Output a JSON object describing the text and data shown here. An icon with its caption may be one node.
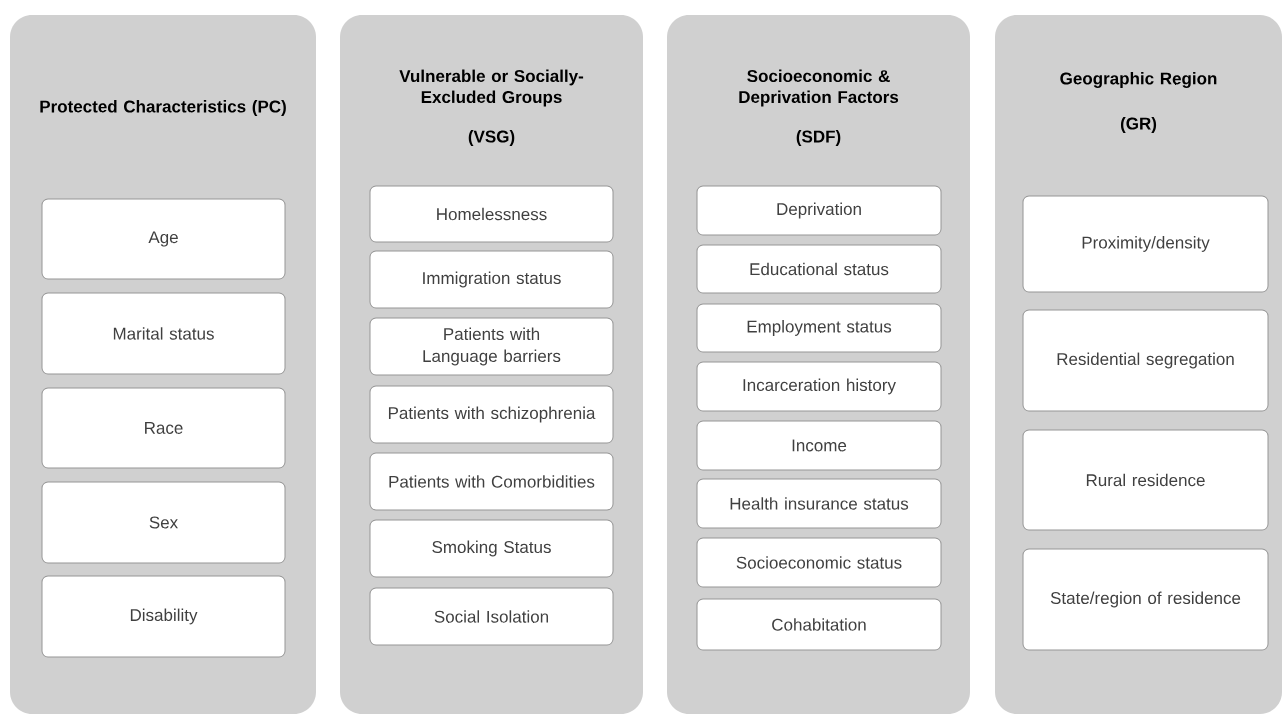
{
  "diagram": {
    "nodes": [
      {
        "text": [
          "Protected Characteristics (PC)"
        ]
      },
      {
        "text": [
          "Age"
        ],
        "in": 0
      },
      {
        "text": [
          "Marital status"
        ],
        "in": 0
      },
      {
        "text": [
          "Race"
        ],
        "in": 0
      },
      {
        "text": [
          "Sex"
        ],
        "in": 0
      },
      {
        "text": [
          "Disability"
        ],
        "in": 0
      },
      {
        "text": [
          "Vulnerable or Socially-Excluded Groups",
          "(VSG)"
        ]
      },
      {
        "text": [
          "Homelessness"
        ],
        "in": 6
      },
      {
        "text": [
          "Immigration status"
        ],
        "in": 6
      },
      {
        "text": [
          "Patients with Language barriers"
        ],
        "in": 6
      },
      {
        "text": [
          "Patients with schizophrenia"
        ],
        "in": 6
      },
      {
        "text": [
          "Patients with Comorbidities"
        ],
        "in": 6
      },
      {
        "text": [
          "Smoking Status"
        ],
        "in": 6
      },
      {
        "text": [
          "Social Isolation"
        ],
        "in": 6
      },
      {
        "text": [
          "Socioeconomic & Deprivation Factors",
          "(SDF)"
        ]
      },
      {
        "text": [
          "Deprivation"
        ],
        "in": 14
      },
      {
        "text": [
          "Educational status"
        ],
        "in": 14
      },
      {
        "text": [
          "Employment status"
        ],
        "in": 14
      },
      {
        "text": [
          "Incarceration history"
        ],
        "in": 14
      },
      {
        "text": [
          "Income"
        ],
        "in": 14
      },
      {
        "text": [
          "Health insurance status"
        ],
        "in": 14
      },
      {
        "text": [
          "Socioeconomic status"
        ],
        "in": 14
      },
      {
        "text": [
          "Cohabitation"
        ],
        "in": 14
      },
      {
        "text": [
          "Geographic Region",
          "(GR)"
        ]
      },
      {
        "text": [
          "Proximity/density"
        ],
        "in": 23
      },
      {
        "text": [
          "Residential segregation"
        ],
        "in": 23
      },
      {
        "text": [
          "Rural residence"
        ],
        "in": 23
      },
      {
        "text": [
          "State/region of residence"
        ],
        "in": 23
      }
    ]
  }
}
